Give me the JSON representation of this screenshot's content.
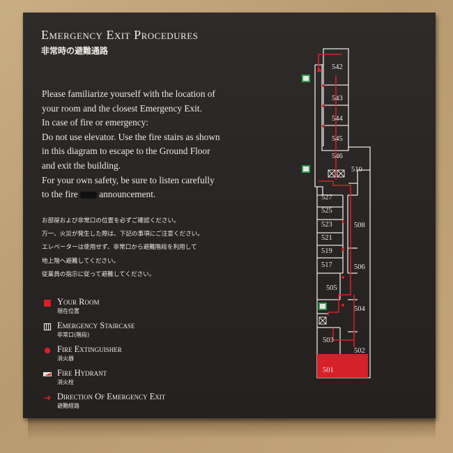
{
  "header": {
    "title": "Emergency Exit Procedures",
    "title_jp": "非常時の避難通路"
  },
  "instructions": [
    "Please familiarize yourself with the location of",
    "your room and the closest Emergency Exit.",
    "In case of fire or emergency:",
    "Do not use elevator. Use the fire stairs as shown",
    "in this diagram to escape to the Ground Floor",
    "and exit the building.",
    "For your own safety, be sure to listen carefully"
  ],
  "instruction_last": {
    "before": "to the fire",
    "after": "announcement."
  },
  "japanese_instructions": [
    "お部屋および非常口の位置を必ずご確認ください。",
    "万一、火災が発生した際は、下記の事項にご注意ください。",
    "エレベーターは使用せず、非常口から避難階段を利用して",
    "地上階へ避難してください。",
    "従業員の指示に従って避難してください。"
  ],
  "legend": [
    {
      "en": "Your Room",
      "jp": "現在位置",
      "icon": "red-square-icon"
    },
    {
      "en": "Emergency Staircase",
      "jp": "非常口(階段)",
      "icon": "staircase-icon"
    },
    {
      "en": "Fire Extinguisher",
      "jp": "消火器",
      "icon": "red-dot-icon"
    },
    {
      "en": "Fire Hydrant",
      "jp": "消火栓",
      "icon": "hydrant-icon"
    },
    {
      "en": "Direction Of Emergency Exit",
      "jp": "避難経路",
      "icon": "arrow-icon"
    }
  ],
  "rooms": {
    "r542": "542",
    "r543": "543",
    "r544": "544",
    "r545": "545",
    "r546": "546",
    "r510": "510",
    "r527": "527",
    "r525": "525",
    "r523": "523",
    "r521": "521",
    "r519": "519",
    "r517": "517",
    "r508": "508",
    "r506": "506",
    "r505": "505",
    "r504": "504",
    "r503": "503",
    "r502": "502",
    "r501": "501"
  },
  "colors": {
    "sign_bg": "#2a2725",
    "text": "#ece9e4",
    "accent_red": "#d6202a",
    "exit_green": "#2e9d4a",
    "your_room": "#d6202a"
  }
}
